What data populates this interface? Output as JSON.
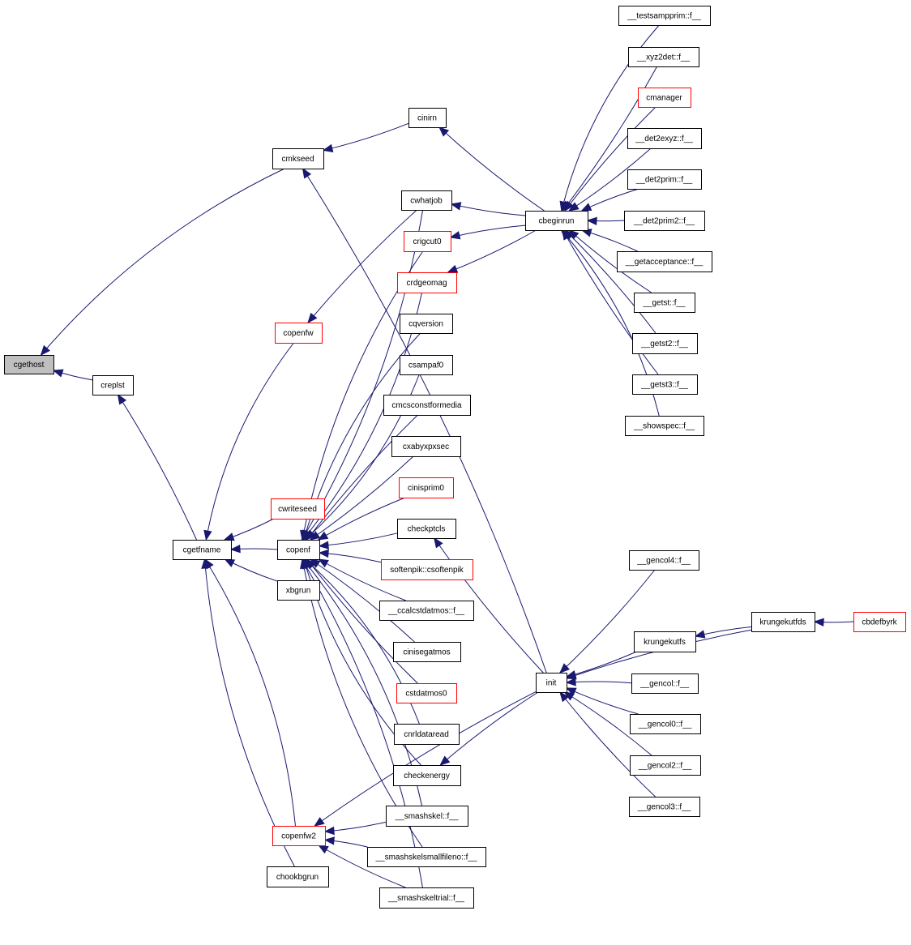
{
  "colors": {
    "edge": "#191970",
    "focus_fill": "#bfbfbf",
    "border_default": "#000000",
    "border_truncated": "#ff0000"
  },
  "nodes": [
    {
      "id": "cgethost",
      "label": "cgethost",
      "style": "focus"
    },
    {
      "id": "creplst",
      "label": "creplst",
      "style": "normal"
    },
    {
      "id": "cmkseed",
      "label": "cmkseed",
      "style": "normal"
    },
    {
      "id": "cgetfname",
      "label": "cgetfname",
      "style": "normal"
    },
    {
      "id": "cinirn",
      "label": "cinirn",
      "style": "normal"
    },
    {
      "id": "copenfw",
      "label": "copenfw",
      "style": "red"
    },
    {
      "id": "cwriteseed",
      "label": "cwriteseed",
      "style": "red"
    },
    {
      "id": "copenf",
      "label": "copenf",
      "style": "normal"
    },
    {
      "id": "xbgrun",
      "label": "xbgrun",
      "style": "normal"
    },
    {
      "id": "copenfw2",
      "label": "copenfw2",
      "style": "red"
    },
    {
      "id": "chookbgrun",
      "label": "chookbgrun",
      "style": "normal"
    },
    {
      "id": "cwhatjob",
      "label": "cwhatjob",
      "style": "normal"
    },
    {
      "id": "crigcut0",
      "label": "crigcut0",
      "style": "red"
    },
    {
      "id": "crdgeomag",
      "label": "crdgeomag",
      "style": "red"
    },
    {
      "id": "cqversion",
      "label": "cqversion",
      "style": "normal"
    },
    {
      "id": "csampaf0",
      "label": "csampaf0",
      "style": "normal"
    },
    {
      "id": "cmcsconstformedia",
      "label": "cmcsconstformedia",
      "style": "normal"
    },
    {
      "id": "cxabyxpxsec",
      "label": "cxabyxpxsec",
      "style": "normal"
    },
    {
      "id": "cinisprim0",
      "label": "cinisprim0",
      "style": "red"
    },
    {
      "id": "checkptcls",
      "label": "checkptcls",
      "style": "normal"
    },
    {
      "id": "softenpik",
      "label": "softenpik::csoftenpik",
      "style": "red"
    },
    {
      "id": "ccalcstdatmos",
      "label": "__ccalcstdatmos::f__",
      "style": "normal"
    },
    {
      "id": "cinisegatmos",
      "label": "cinisegatmos",
      "style": "normal"
    },
    {
      "id": "cstdatmos0",
      "label": "cstdatmos0",
      "style": "red"
    },
    {
      "id": "cnrldataread",
      "label": "cnrldataread",
      "style": "normal"
    },
    {
      "id": "checkenergy",
      "label": "checkenergy",
      "style": "normal"
    },
    {
      "id": "smashskel",
      "label": "__smashskel::f__",
      "style": "normal"
    },
    {
      "id": "smashskelsmallfileno",
      "label": "__smashskelsmallfileno::f__",
      "style": "normal"
    },
    {
      "id": "smashskeltrial",
      "label": "__smashskeltrial::f__",
      "style": "normal"
    },
    {
      "id": "cbeginrun",
      "label": "cbeginrun",
      "style": "normal"
    },
    {
      "id": "init",
      "label": "init",
      "style": "normal"
    },
    {
      "id": "testsampprim",
      "label": "__testsampprim::f__",
      "style": "normal"
    },
    {
      "id": "xyz2det",
      "label": "__xyz2det::f__",
      "style": "normal"
    },
    {
      "id": "cmanager",
      "label": "cmanager",
      "style": "red"
    },
    {
      "id": "det2exyz",
      "label": "__det2exyz::f__",
      "style": "normal"
    },
    {
      "id": "det2prim",
      "label": "__det2prim::f__",
      "style": "normal"
    },
    {
      "id": "det2prim2",
      "label": "__det2prim2::f__",
      "style": "normal"
    },
    {
      "id": "getacceptance",
      "label": "__getacceptance::f__",
      "style": "normal"
    },
    {
      "id": "getst",
      "label": "__getst::f__",
      "style": "normal"
    },
    {
      "id": "getst2",
      "label": "__getst2::f__",
      "style": "normal"
    },
    {
      "id": "getst3",
      "label": "__getst3::f__",
      "style": "normal"
    },
    {
      "id": "showspec",
      "label": "__showspec::f__",
      "style": "normal"
    },
    {
      "id": "gencol4",
      "label": "__gencol4::f__",
      "style": "normal"
    },
    {
      "id": "krungekutfds",
      "label": "krungekutfds",
      "style": "normal"
    },
    {
      "id": "cbdefbyrk",
      "label": "cbdefbyrk",
      "style": "red"
    },
    {
      "id": "krungekutfs",
      "label": "krungekutfs",
      "style": "normal"
    },
    {
      "id": "gencol",
      "label": "__gencol::f__",
      "style": "normal"
    },
    {
      "id": "gencol0",
      "label": "__gencol0::f__",
      "style": "normal"
    },
    {
      "id": "gencol2",
      "label": "__gencol2::f__",
      "style": "normal"
    },
    {
      "id": "gencol3",
      "label": "__gencol3::f__",
      "style": "normal"
    }
  ],
  "edges": [
    [
      "cgethost",
      "cmkseed"
    ],
    [
      "cgethost",
      "creplst"
    ],
    [
      "creplst",
      "cgetfname"
    ],
    [
      "cmkseed",
      "cinirn"
    ],
    [
      "cmkseed",
      "init"
    ],
    [
      "cinirn",
      "cbeginrun"
    ],
    [
      "cgetfname",
      "copenfw"
    ],
    [
      "cgetfname",
      "cwriteseed"
    ],
    [
      "cgetfname",
      "copenf"
    ],
    [
      "cgetfname",
      "xbgrun"
    ],
    [
      "cgetfname",
      "copenfw2"
    ],
    [
      "cgetfname",
      "chookbgrun"
    ],
    [
      "copenfw",
      "cwhatjob"
    ],
    [
      "copenf",
      "cwhatjob"
    ],
    [
      "copenf",
      "crigcut0"
    ],
    [
      "copenf",
      "crdgeomag"
    ],
    [
      "copenf",
      "cqversion"
    ],
    [
      "copenf",
      "csampaf0"
    ],
    [
      "copenf",
      "cmcsconstformedia"
    ],
    [
      "copenf",
      "cxabyxpxsec"
    ],
    [
      "copenf",
      "cinisprim0"
    ],
    [
      "copenf",
      "checkptcls"
    ],
    [
      "copenf",
      "softenpik"
    ],
    [
      "copenf",
      "ccalcstdatmos"
    ],
    [
      "copenf",
      "cinisegatmos"
    ],
    [
      "copenf",
      "cstdatmos0"
    ],
    [
      "copenf",
      "cnrldataread"
    ],
    [
      "copenf",
      "checkenergy"
    ],
    [
      "copenf",
      "smashskel"
    ],
    [
      "copenf",
      "smashskelsmallfileno"
    ],
    [
      "copenf",
      "smashskeltrial"
    ],
    [
      "copenfw2",
      "smashskel"
    ],
    [
      "copenfw2",
      "smashskelsmallfileno"
    ],
    [
      "copenfw2",
      "smashskeltrial"
    ],
    [
      "copenfw2",
      "init"
    ],
    [
      "cwhatjob",
      "cbeginrun"
    ],
    [
      "crigcut0",
      "cbeginrun"
    ],
    [
      "crdgeomag",
      "cbeginrun"
    ],
    [
      "cbeginrun",
      "testsampprim"
    ],
    [
      "cbeginrun",
      "xyz2det"
    ],
    [
      "cbeginrun",
      "cmanager"
    ],
    [
      "cbeginrun",
      "det2exyz"
    ],
    [
      "cbeginrun",
      "det2prim"
    ],
    [
      "cbeginrun",
      "det2prim2"
    ],
    [
      "cbeginrun",
      "getacceptance"
    ],
    [
      "cbeginrun",
      "getst"
    ],
    [
      "cbeginrun",
      "getst2"
    ],
    [
      "cbeginrun",
      "getst3"
    ],
    [
      "cbeginrun",
      "showspec"
    ],
    [
      "checkptcls",
      "init"
    ],
    [
      "checkenergy",
      "init"
    ],
    [
      "init",
      "gencol4"
    ],
    [
      "init",
      "krungekutfds"
    ],
    [
      "init",
      "krungekutfs"
    ],
    [
      "init",
      "gencol"
    ],
    [
      "init",
      "gencol0"
    ],
    [
      "init",
      "gencol2"
    ],
    [
      "init",
      "gencol3"
    ],
    [
      "krungekutfs",
      "krungekutfds"
    ],
    [
      "krungekutfds",
      "cbdefbyrk"
    ]
  ]
}
